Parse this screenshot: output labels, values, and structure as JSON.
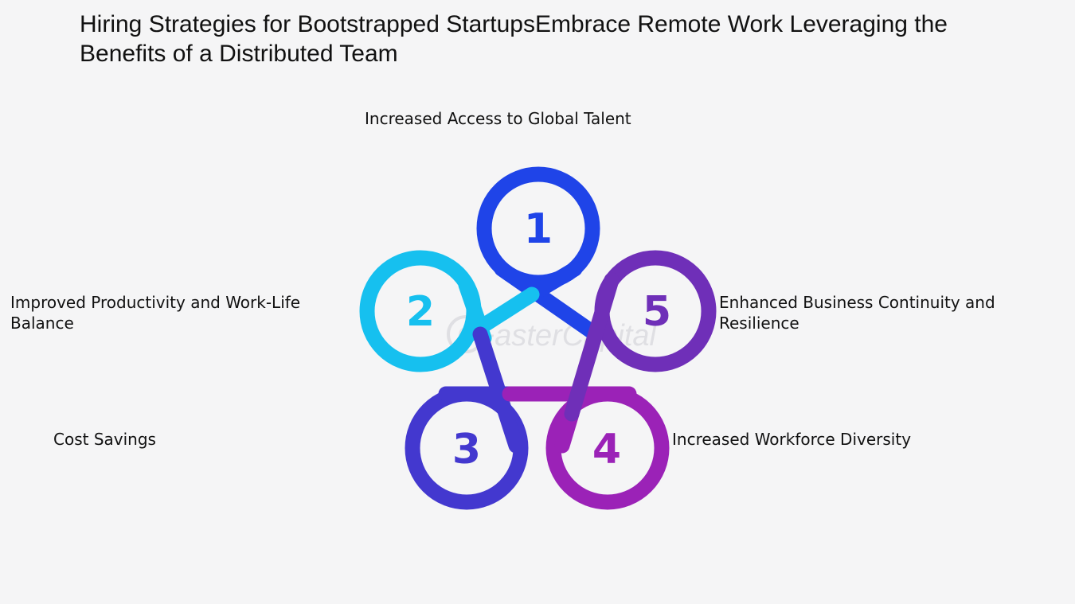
{
  "title": "Hiring Strategies for Bootstrapped StartupsEmbrace Remote Work Leveraging the Benefits of a Distributed Team",
  "watermark": "FasterCapital",
  "items": [
    {
      "number": "1",
      "label": "Increased Access to Global Talent",
      "color": "#1f44e8"
    },
    {
      "number": "2",
      "label": "Improved Productivity and Work-Life Balance",
      "color": "#16c0ef"
    },
    {
      "number": "3",
      "label": "Cost Savings",
      "color": "#4338cf"
    },
    {
      "number": "4",
      "label": "Increased Workforce Diversity",
      "color": "#9b22b7"
    },
    {
      "number": "5",
      "label": "Enhanced Business Continuity and Resilience",
      "color": "#6f2fb8"
    }
  ]
}
